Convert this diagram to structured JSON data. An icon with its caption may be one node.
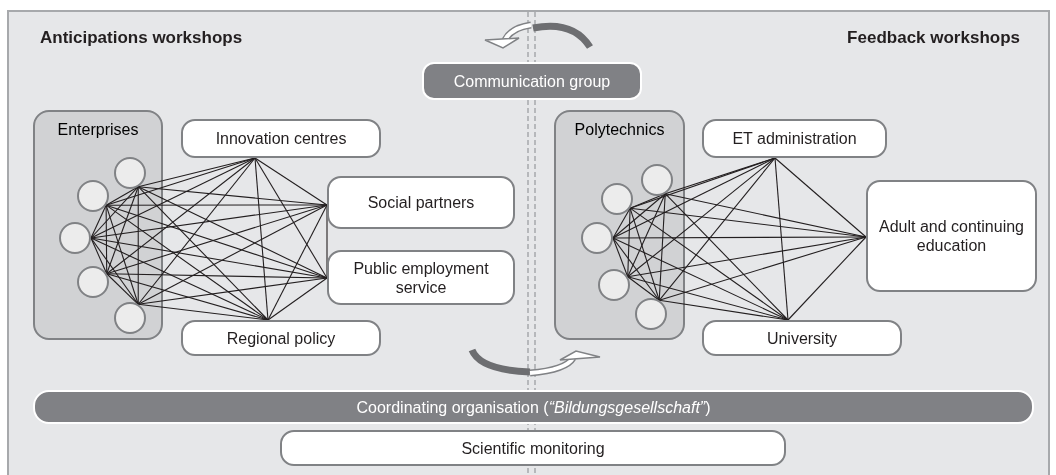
{
  "diagram": {
    "nodes": [
      {
        "text": [
          "Communication group"
        ]
      },
      {
        "text": [
          "Enterprises"
        ]
      },
      {
        "text": [],
        "shape": "circle",
        "in": 1
      },
      {
        "text": [],
        "shape": "circle",
        "in": 1
      },
      {
        "text": [],
        "shape": "circle",
        "in": 1
      },
      {
        "text": [],
        "shape": "circle",
        "in": 1
      },
      {
        "text": [],
        "shape": "circle",
        "in": 1
      },
      {
        "text": [
          "Innovation centres"
        ]
      },
      {
        "text": [
          "Social partners"
        ]
      },
      {
        "text": [
          "Public employment service"
        ]
      },
      {
        "text": [
          "Regional policy"
        ]
      },
      {
        "text": [
          "Polytechnics"
        ]
      },
      {
        "text": [],
        "shape": "circle",
        "in": 11
      },
      {
        "text": [],
        "shape": "circle",
        "in": 11
      },
      {
        "text": [],
        "shape": "circle",
        "in": 11
      },
      {
        "text": [],
        "shape": "circle",
        "in": 11
      },
      {
        "text": [],
        "shape": "circle",
        "in": 11
      },
      {
        "text": [
          "ET administration"
        ]
      },
      {
        "text": [
          "Adult and continuing education"
        ]
      },
      {
        "text": [
          "University"
        ]
      },
      {
        "text": [
          "Coordinating organisation (*“Bildungsgesellschaft”*)"
        ]
      },
      {
        "text": [
          "Scientific monitoring"
        ]
      }
    ],
    "edges": [
      {
        "from": 2,
        "to": 3,
        "arrow": "none"
      },
      {
        "from": 2,
        "to": 4,
        "arrow": "none"
      },
      {
        "from": 2,
        "to": 5,
        "arrow": "none"
      },
      {
        "from": 2,
        "to": 6,
        "arrow": "none"
      },
      {
        "from": 2,
        "to": 7,
        "arrow": "none"
      },
      {
        "from": 2,
        "to": 8,
        "arrow": "none"
      },
      {
        "from": 2,
        "to": 9,
        "arrow": "none"
      },
      {
        "from": 2,
        "to": 10,
        "arrow": "none"
      },
      {
        "from": 3,
        "to": 4,
        "arrow": "none"
      },
      {
        "from": 3,
        "to": 5,
        "arrow": "none"
      },
      {
        "from": 3,
        "to": 6,
        "arrow": "none"
      },
      {
        "from": 3,
        "to": 7,
        "arrow": "none"
      },
      {
        "from": 3,
        "to": 8,
        "arrow": "none"
      },
      {
        "from": 3,
        "to": 9,
        "arrow": "none"
      },
      {
        "from": 3,
        "to": 10,
        "arrow": "none"
      },
      {
        "from": 4,
        "to": 5,
        "arrow": "none"
      },
      {
        "from": 4,
        "to": 6,
        "arrow": "none"
      },
      {
        "from": 4,
        "to": 7,
        "arrow": "none"
      },
      {
        "from": 4,
        "to": 8,
        "arrow": "none"
      },
      {
        "from": 4,
        "to": 9,
        "arrow": "none"
      },
      {
        "from": 4,
        "to": 10,
        "arrow": "none"
      },
      {
        "from": 5,
        "to": 6,
        "arrow": "none"
      },
      {
        "from": 5,
        "to": 7,
        "arrow": "none"
      },
      {
        "from": 5,
        "to": 8,
        "arrow": "none"
      },
      {
        "from": 5,
        "to": 9,
        "arrow": "none"
      },
      {
        "from": 5,
        "to": 10,
        "arrow": "none"
      },
      {
        "from": 6,
        "to": 7,
        "arrow": "none"
      },
      {
        "from": 6,
        "to": 8,
        "arrow": "none"
      },
      {
        "from": 6,
        "to": 9,
        "arrow": "none"
      },
      {
        "from": 6,
        "to": 10,
        "arrow": "none"
      },
      {
        "from": 7,
        "to": 8,
        "arrow": "none"
      },
      {
        "from": 7,
        "to": 9,
        "arrow": "none"
      },
      {
        "from": 7,
        "to": 10,
        "arrow": "none"
      },
      {
        "from": 8,
        "to": 9,
        "arrow": "none"
      },
      {
        "from": 8,
        "to": 10,
        "arrow": "none"
      },
      {
        "from": 9,
        "to": 10,
        "arrow": "none"
      },
      {
        "from": 12,
        "to": 13,
        "arrow": "none"
      },
      {
        "from": 12,
        "to": 14,
        "arrow": "none"
      },
      {
        "from": 12,
        "to": 15,
        "arrow": "none"
      },
      {
        "from": 12,
        "to": 16,
        "arrow": "none"
      },
      {
        "from": 12,
        "to": 17,
        "arrow": "none"
      },
      {
        "from": 12,
        "to": 18,
        "arrow": "none"
      },
      {
        "from": 12,
        "to": 19,
        "arrow": "none"
      },
      {
        "from": 13,
        "to": 14,
        "arrow": "none"
      },
      {
        "from": 13,
        "to": 15,
        "arrow": "none"
      },
      {
        "from": 13,
        "to": 16,
        "arrow": "none"
      },
      {
        "from": 13,
        "to": 17,
        "arrow": "none"
      },
      {
        "from": 13,
        "to": 18,
        "arrow": "none"
      },
      {
        "from": 13,
        "to": 19,
        "arrow": "none"
      },
      {
        "from": 14,
        "to": 15,
        "arrow": "none"
      },
      {
        "from": 14,
        "to": 16,
        "arrow": "none"
      },
      {
        "from": 14,
        "to": 17,
        "arrow": "none"
      },
      {
        "from": 14,
        "to": 18,
        "arrow": "none"
      },
      {
        "from": 14,
        "to": 19,
        "arrow": "none"
      },
      {
        "from": 15,
        "to": 16,
        "arrow": "none"
      },
      {
        "from": 15,
        "to": 17,
        "arrow": "none"
      },
      {
        "from": 15,
        "to": 18,
        "arrow": "none"
      },
      {
        "from": 15,
        "to": 19,
        "arrow": "none"
      },
      {
        "from": 16,
        "to": 17,
        "arrow": "none"
      },
      {
        "from": 16,
        "to": 18,
        "arrow": "none"
      },
      {
        "from": 16,
        "to": 19,
        "arrow": "none"
      },
      {
        "from": 17,
        "to": 18,
        "arrow": "none"
      },
      {
        "from": 17,
        "to": 19,
        "arrow": "none"
      },
      {
        "from": 18,
        "to": 19,
        "arrow": "none"
      }
    ],
    "labels": [
      "Anticipations workshops",
      "Feedback workshops"
    ]
  }
}
